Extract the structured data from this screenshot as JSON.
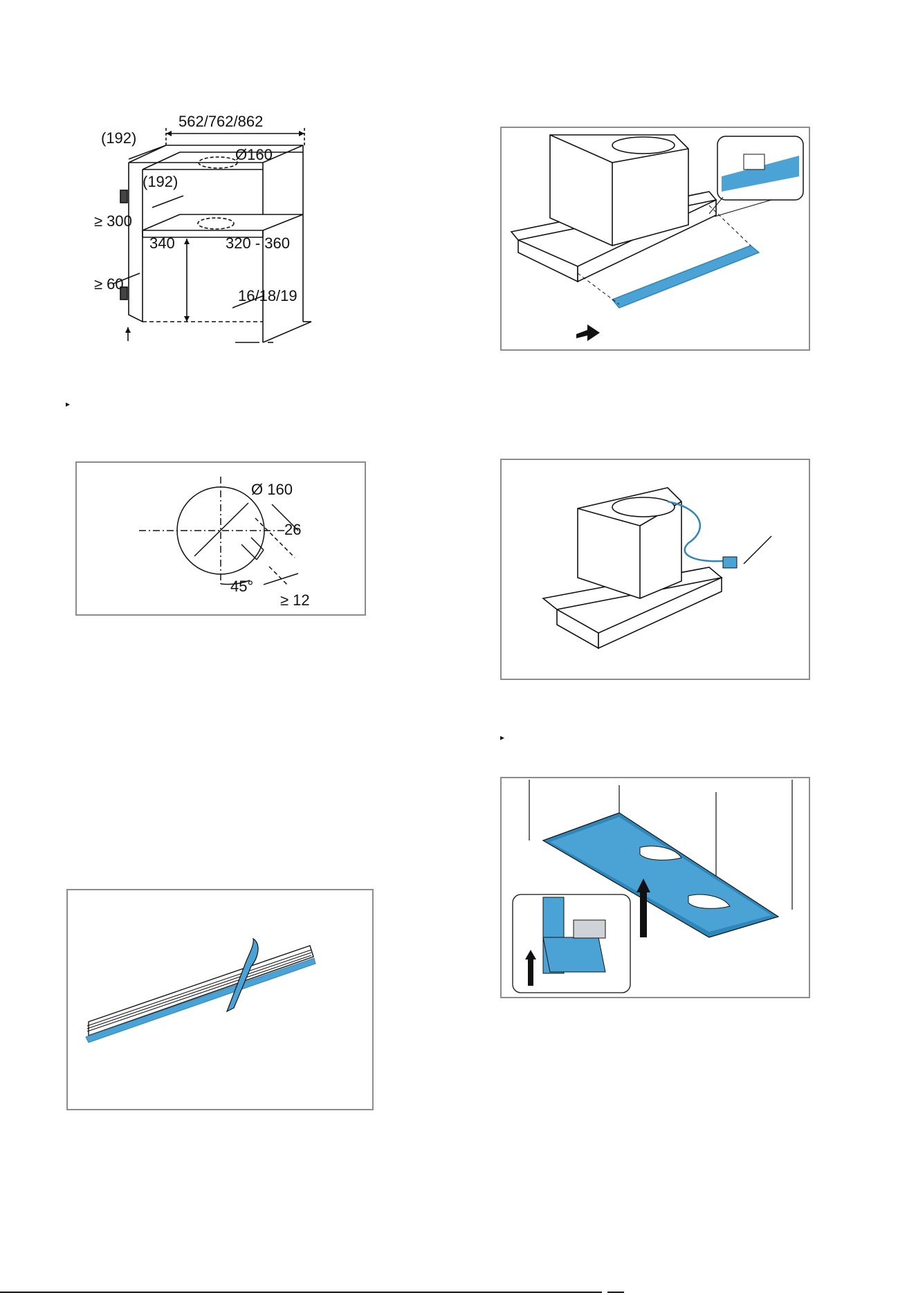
{
  "figures": {
    "cabinet": {
      "width_label": "562/762/862",
      "top_depth_label": "(192)",
      "duct_diameter_label": "Ø160",
      "shelf_depth_label": "(192)",
      "min_height_label": "≥ 300",
      "inner_height_label": "340",
      "depth_range_label": "320 - 360",
      "min_bottom_label": "≥ 60",
      "panel_thickness_label": "16/18/19"
    },
    "cutout": {
      "diameter_label": "Ø 160",
      "slot_width_label": "26",
      "angle_label": "45°",
      "slot_length_label": "≥ 12"
    },
    "steps": {
      "bullet_1": "▸",
      "bullet_2": "▸"
    }
  },
  "colors": {
    "accent_blue": "#4aa3d4",
    "accent_blue_dark": "#2f86b8",
    "frame_gray": "#8c8c8c"
  }
}
